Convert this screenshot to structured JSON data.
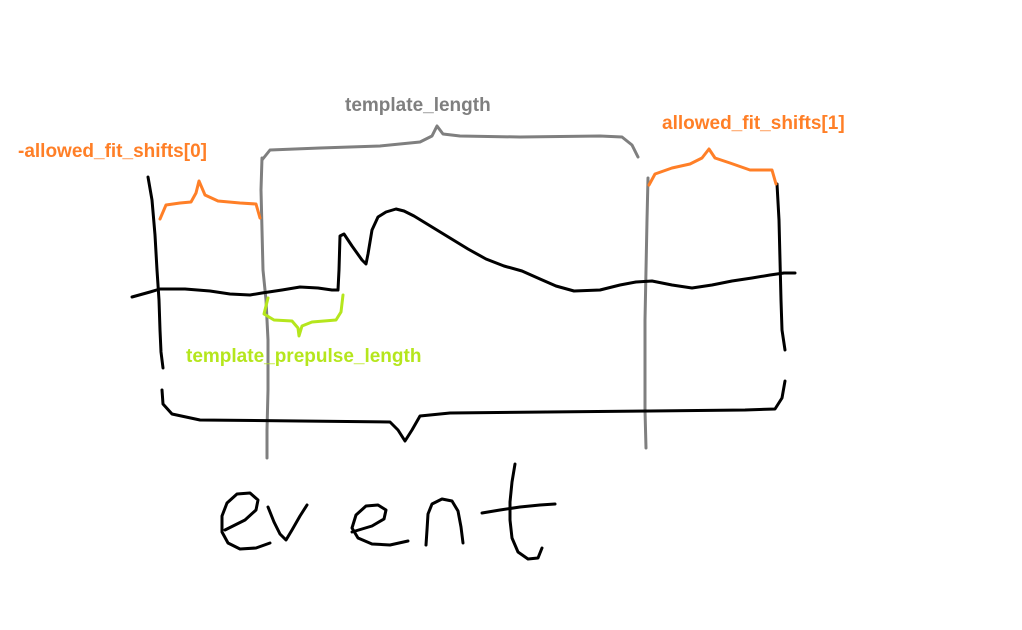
{
  "labels": {
    "template_length": "template_length",
    "allowed_fit_shifts_0": "-allowed_fit_shifts[0]",
    "allowed_fit_shifts_1": "allowed_fit_shifts[1]",
    "template_prepulse_length": "template_prepulse_length",
    "event": "event"
  },
  "colors": {
    "black": "#000000",
    "gray": "#7f7f7f",
    "orange": "#ff7f27",
    "lime": "#b5e61d",
    "background": "#ffffff"
  }
}
